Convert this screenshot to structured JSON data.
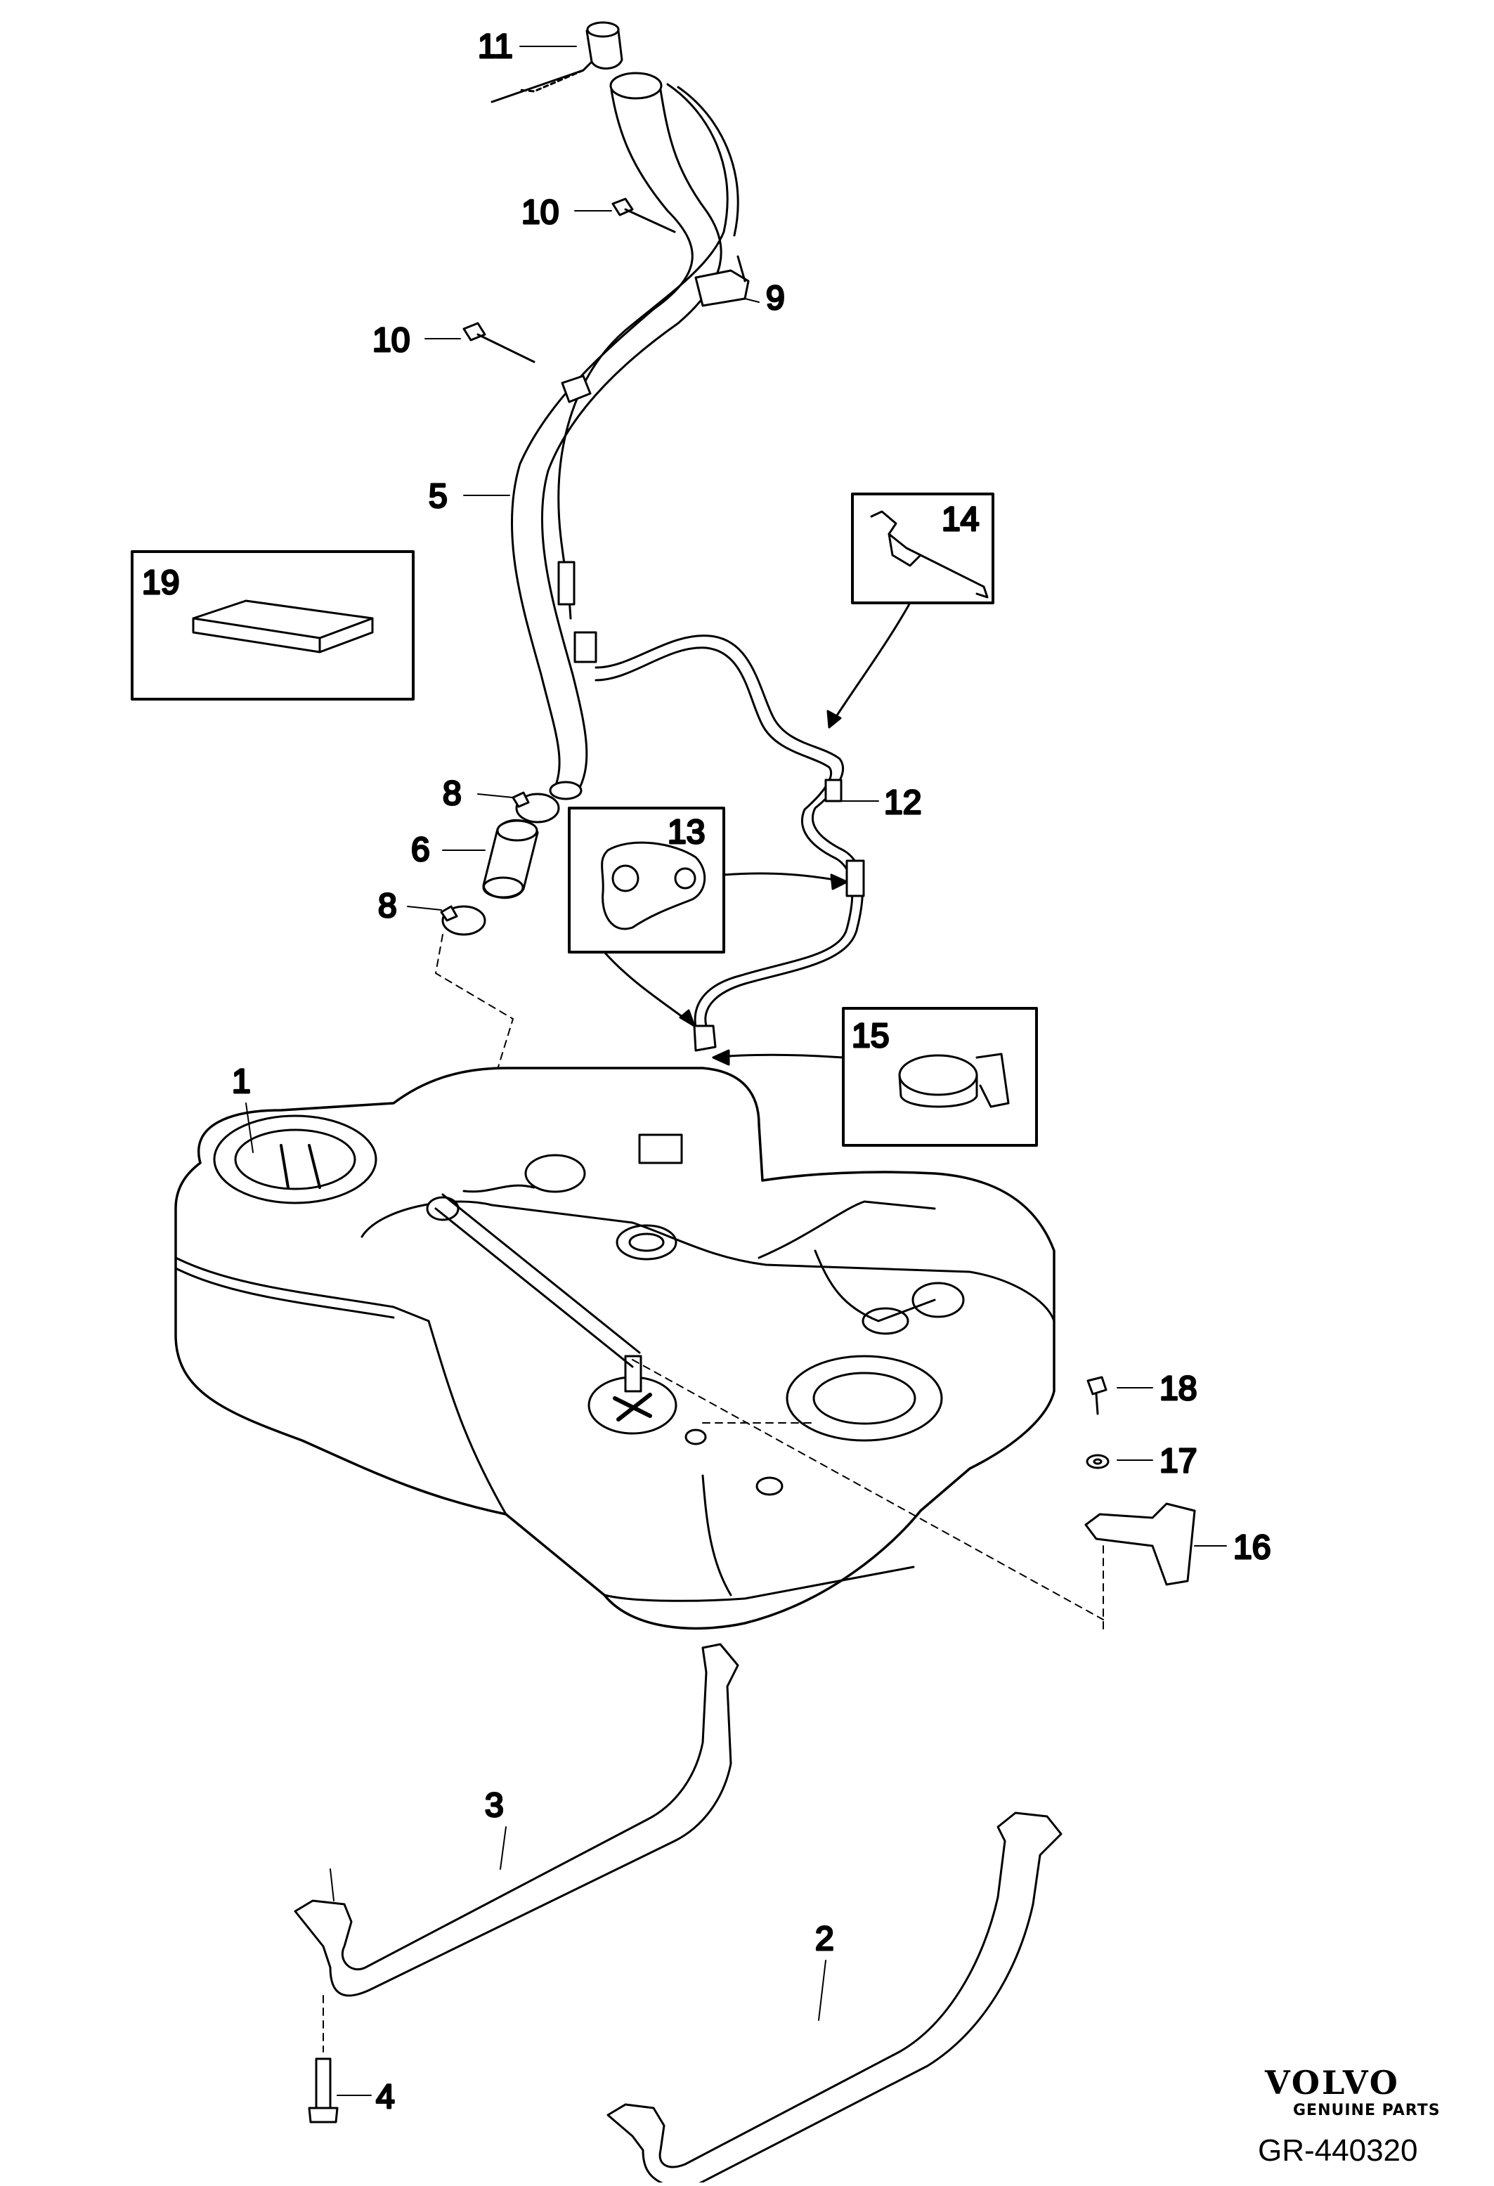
{
  "diagram": {
    "callouts": {
      "c1": "1",
      "c2": "2",
      "c3": "3",
      "c4": "4",
      "c5": "5",
      "c6": "6",
      "c8a": "8",
      "c8b": "8",
      "c9": "9",
      "c10a": "10",
      "c10b": "10",
      "c11": "11",
      "c12": "12",
      "c13": "13",
      "c14": "14",
      "c15": "15",
      "c16": "16",
      "c17": "17",
      "c18": "18",
      "c19": "19"
    },
    "brand": {
      "name": "VOLVO",
      "tagline": "GENUINE PARTS"
    },
    "reference": "GR-440320"
  }
}
